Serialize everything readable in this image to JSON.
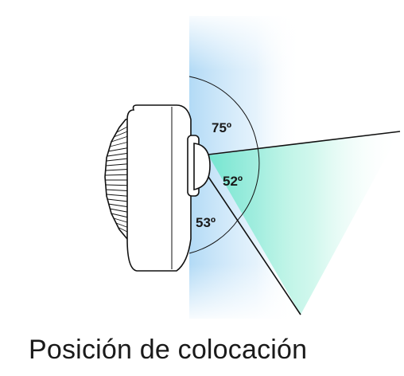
{
  "diagram": {
    "angles": {
      "upper": "75º",
      "middle": "52º",
      "lower": "53º"
    },
    "caption": "Posición de colocación",
    "colors": {
      "wall_zone": "#b9ddf6",
      "coverage_zone": "#7fe9cf",
      "outline": "#111111"
    }
  }
}
